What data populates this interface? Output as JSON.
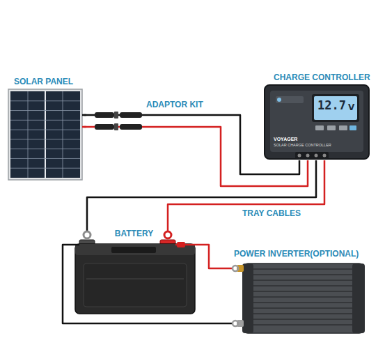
{
  "diagram": {
    "nodes": [
      {
        "text": [
          "SOLAR PANEL"
        ]
      },
      {
        "text": [
          "CHARGE CONTROLLER"
        ]
      },
      {
        "text": [
          "BATTERY"
        ]
      },
      {
        "text": [
          "POWER INVERTER(OPTIONAL)"
        ]
      }
    ],
    "edges": [
      {
        "from": 0,
        "to": 1,
        "label": "ADAPTOR KIT",
        "arrow": "none"
      },
      {
        "from": 0,
        "to": 1,
        "arrow": "none"
      },
      {
        "from": 1,
        "to": 2,
        "arrow": "none"
      },
      {
        "from": 1,
        "to": 2,
        "label": "TRAY CABLES",
        "arrow": "none"
      },
      {
        "from": 2,
        "to": 3,
        "arrow": "none"
      },
      {
        "from": 2,
        "to": 3,
        "arrow": "none"
      }
    ],
    "labels": [
      "12.7",
      "V",
      "VOYAGER",
      "SOLAR CHARGE CONTROLLER"
    ]
  }
}
